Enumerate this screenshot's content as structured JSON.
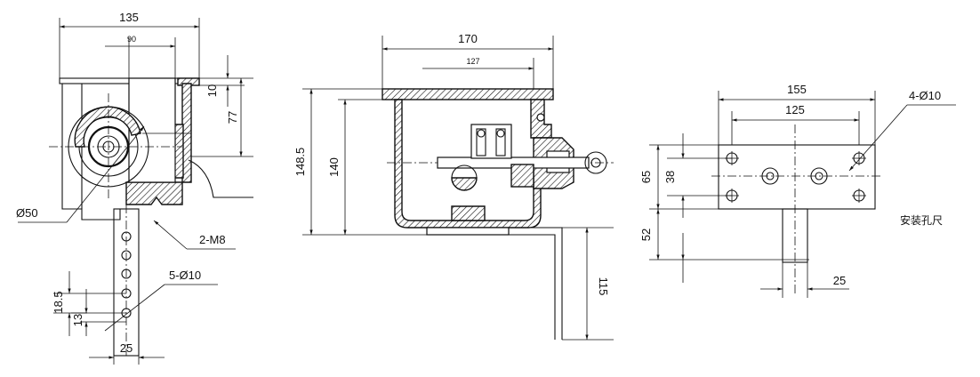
{
  "left_view": {
    "dims": {
      "overall_width": "135",
      "inner_width": "90",
      "top_offset": "10",
      "height_77": "77",
      "diameter": "Ø50",
      "tapped_holes": "2-M8",
      "arm_holes": "5-Ø10",
      "hole_pitch": "18.5",
      "hole_offset": "13",
      "arm_width": "25"
    }
  },
  "middle_view": {
    "dims": {
      "overall_width": "170",
      "inner_width": "127",
      "total_height": "148.5",
      "body_height": "140",
      "bracket_drop": "115"
    }
  },
  "right_view": {
    "dims": {
      "overall_width": "155",
      "hole_pitch_x": "125",
      "mount_holes": "4-Ø10",
      "hole_pitch_y_outer": "65",
      "hole_pitch_y_inner": "38",
      "arm_length": "52",
      "arm_width": "25"
    },
    "caption": "安装孔尺"
  }
}
